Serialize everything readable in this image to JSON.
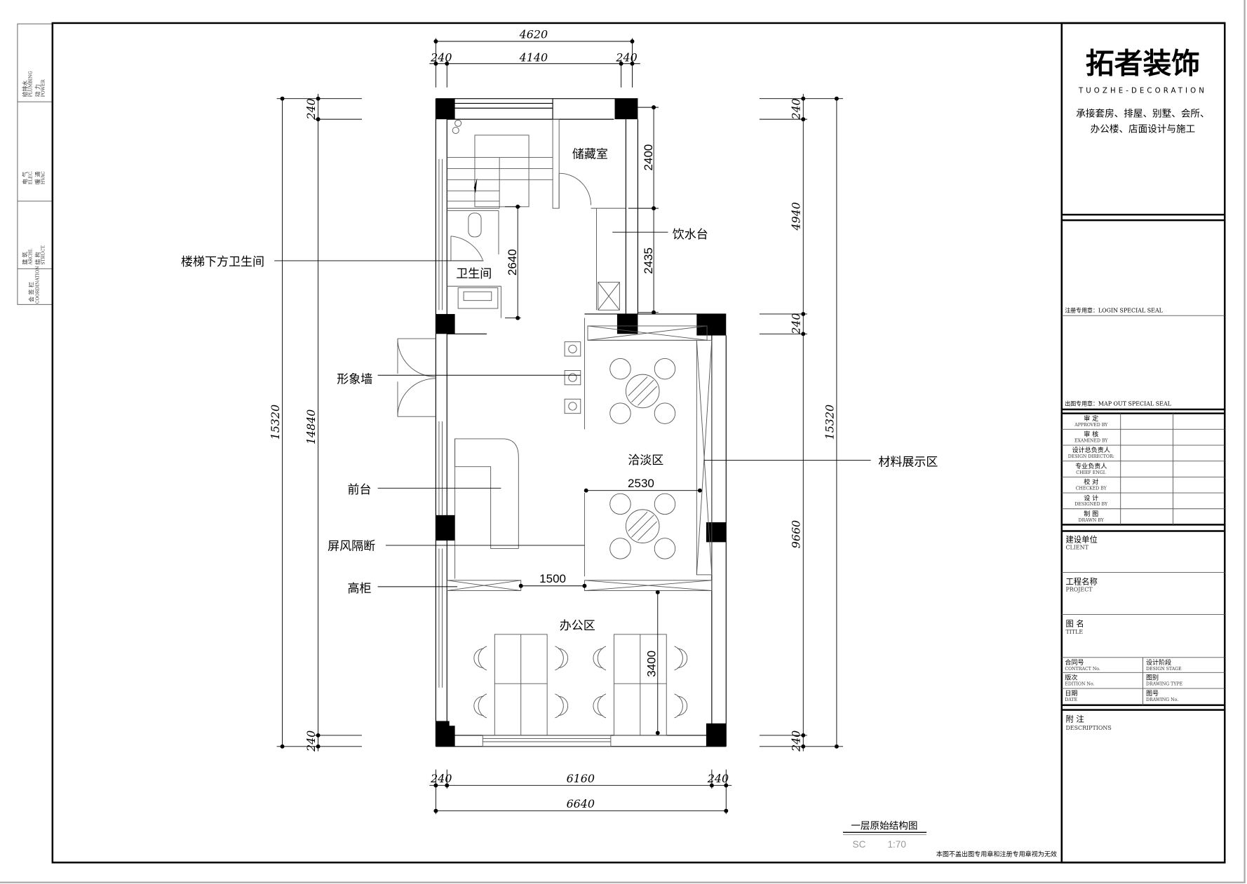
{
  "title_block": {
    "logo": "拓者装饰",
    "logo_en": "TUOZHE-DECORATION",
    "tagline_1": "承接套房、排屋、别墅、会所、",
    "tagline_2": "办公楼、店面设计与施工",
    "login_seal": "注册专用章：LOGIN SPECIAL SEAL",
    "mapout_seal": "出图专用章：MAP OUT SPECIAL SEAL",
    "signoff": [
      {
        "cn": "审 定",
        "en": "APPROVED BY"
      },
      {
        "cn": "审 核",
        "en": "EXAMINED BY"
      },
      {
        "cn": "设计总负责人",
        "en": "DESIGN DIRECTOR:"
      },
      {
        "cn": "专业负责人",
        "en": "CHIEF ENGI."
      },
      {
        "cn": "校 对",
        "en": "CHECKED BY"
      },
      {
        "cn": "设 计",
        "en": "DESIGNED BY"
      },
      {
        "cn": "制 图",
        "en": "DRAWN BY"
      }
    ],
    "client_cn": "建设单位",
    "client_en": "CLIENT",
    "project_cn": "工程名称",
    "project_en": "PROJECT",
    "title_cn": "图 名",
    "title_en": "TITLE",
    "contract_cn": "合同号",
    "contract_en": "CONTRACT No.",
    "stage_cn": "设计阶段",
    "stage_en": "DESIGN STAGE",
    "edition_cn": "版次",
    "edition_en": "EDITION No.",
    "type_cn": "图别",
    "type_en": "DRAWING TYPE",
    "date_cn": "日期",
    "date_en": "DATE",
    "number_cn": "图号",
    "number_en": "DRAWING No.",
    "desc_cn": "附 注",
    "desc_en": "DESCRIPTIONS"
  },
  "countersign": [
    {
      "a_cn": "给排水",
      "a_en": "PLUMBING",
      "b_cn": "动 力",
      "b_en": "POWER"
    },
    {
      "a_cn": "电 气",
      "a_en": "ELEC.",
      "b_cn": "暖 通",
      "b_en": "HVAC"
    },
    {
      "a_cn": "建 筑",
      "a_en": "ARCHI.",
      "b_cn": "结 构",
      "b_en": "STRUCT."
    },
    {
      "a_cn": "会 签 栏",
      "a_en": "COORDINATION"
    }
  ],
  "drawing": {
    "title": "一层原始结构图",
    "scale_label": "SC",
    "scale": "1:70",
    "notice": "本图不盖出图专用章和注册专用章视为无效"
  },
  "dimensions": {
    "top_total": "4620",
    "top_left": "240",
    "top_mid": "4140",
    "top_right": "240",
    "bottom_total": "6640",
    "bottom_left": "240",
    "bottom_mid": "6160",
    "bottom_right": "240",
    "left_total": "15320",
    "left_mid": "14840",
    "left_top": "240",
    "left_bottom": "240",
    "right_total": "15320",
    "right_1": "240",
    "right_2": "4940",
    "right_3": "240",
    "right_4": "9660",
    "right_5": "240",
    "storage": "2400",
    "water": "2435",
    "toilet": "2640",
    "lounge": "2530",
    "cabinet": "1500",
    "office": "3400"
  },
  "rooms": {
    "storage": "储藏室",
    "water_station": "饮水台",
    "toilet": "卫生间",
    "stair_toilet": "楼梯下方卫生间",
    "image_wall": "形象墙",
    "reception": "前台",
    "screen": "屏风隔断",
    "cabinet": "高柜",
    "lounge": "洽淡区",
    "display": "材料展示区",
    "office": "办公区"
  }
}
